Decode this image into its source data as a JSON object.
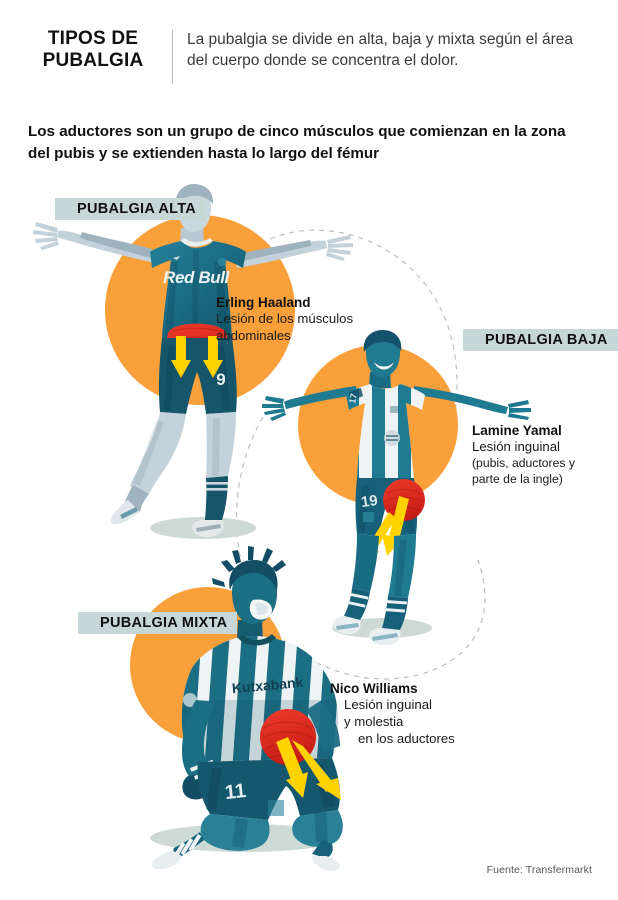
{
  "header": {
    "title_line1": "TIPOS DE",
    "title_line2": "PUBALGIA",
    "subtitle": "La pubalgia se divide en alta, baja y mixta según el área del cuerpo donde se concentra el dolor."
  },
  "deck": "Los aductores son un grupo de cinco músculos que comienzan en la zona del pubis y se extienden hasta lo largo del fémur",
  "sections": [
    {
      "id": "alta",
      "label": "PUBALGIA ALTA"
    },
    {
      "id": "baja",
      "label": "PUBALGIA BAJA"
    },
    {
      "id": "mixta",
      "label": "PUBALGIA MIXTA"
    }
  ],
  "players": [
    {
      "id": "haaland",
      "name": "Erling Haaland",
      "injury_l1": "Lesión de los músculos",
      "injury_l2": "abdominales",
      "injury_l3": "",
      "shorts_number": "9",
      "jersey_sponsor": "Red Bull"
    },
    {
      "id": "yamal",
      "name": "Lamine Yamal",
      "injury_l1": "Lesión inguinal",
      "injury_l2": "(pubis, aductores y",
      "injury_l3": "parte de la ingle)",
      "shorts_number": "19",
      "jersey_sponsor": ""
    },
    {
      "id": "nico",
      "name": "Nico Williams",
      "injury_l1": "Lesión inguinal",
      "injury_l2": "y molestia",
      "injury_l3": "en los aductores",
      "shorts_number": "11",
      "jersey_sponsor": "Kutxabank"
    }
  ],
  "footer": {
    "source": "Fuente: Transfermarkt"
  },
  "colors": {
    "teal": "#1d6f84",
    "teal_dark": "#14505f",
    "teal_deep": "#123d52",
    "orange": "#f9a03a",
    "red": "#e12a21",
    "yellow": "#ffd200",
    "label_bar": "#c7d7d7",
    "shadow": "#ccd9d4",
    "skin": "#c9d6dc",
    "skin_dark": "#7b4b33",
    "white": "#ffffff",
    "dash": "#b9b9b9"
  }
}
